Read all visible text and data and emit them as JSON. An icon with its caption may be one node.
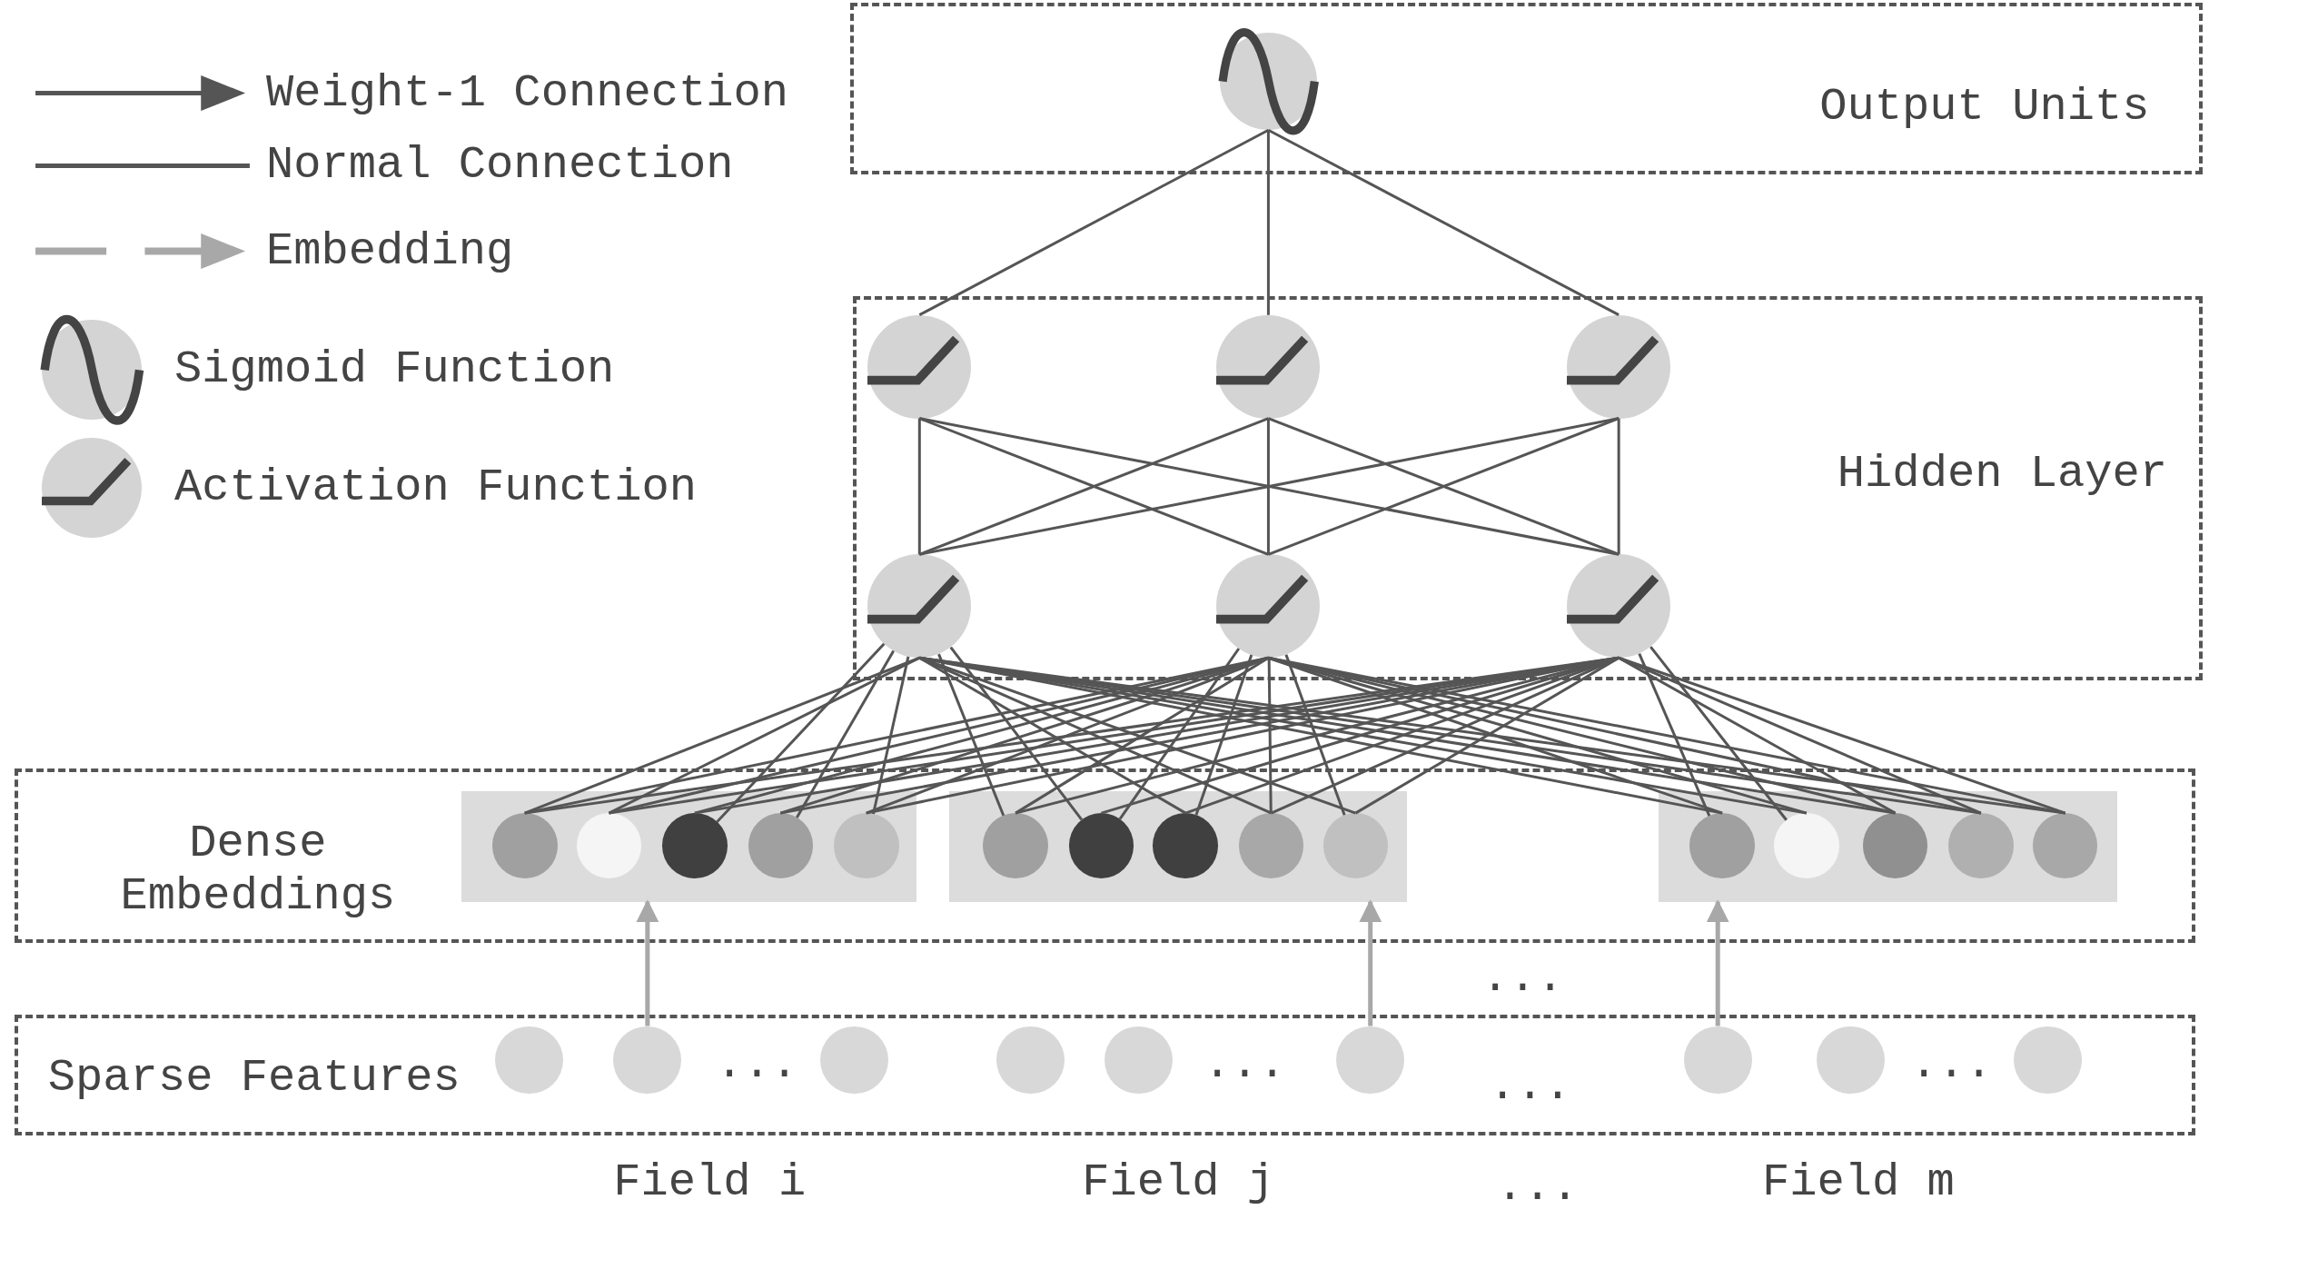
{
  "diagram": {
    "nodes": [
      {
        "text": [
          "Output Units"
        ]
      },
      {
        "text": [],
        "shape": "circle",
        "in": 0
      },
      {
        "text": [
          "Hidden Layer"
        ]
      },
      {
        "text": [],
        "shape": "circle",
        "in": 2
      },
      {
        "text": [],
        "shape": "circle",
        "in": 2
      },
      {
        "text": [],
        "shape": "circle",
        "in": 2
      },
      {
        "text": [],
        "shape": "circle",
        "in": 2
      },
      {
        "text": [],
        "shape": "circle",
        "in": 2
      },
      {
        "text": [],
        "shape": "circle",
        "in": 2
      },
      {
        "text": [
          "Dense Embeddings"
        ]
      },
      {
        "text": [],
        "shape": "box",
        "in": 9
      },
      {
        "text": [],
        "shape": "circle",
        "in": 10
      },
      {
        "text": [],
        "shape": "circle",
        "in": 10
      },
      {
        "text": [],
        "shape": "circle",
        "in": 10
      },
      {
        "text": [],
        "shape": "circle",
        "in": 10
      },
      {
        "text": [],
        "shape": "circle",
        "in": 10
      },
      {
        "text": [],
        "shape": "box",
        "in": 9
      },
      {
        "text": [],
        "shape": "circle",
        "in": 16
      },
      {
        "text": [],
        "shape": "circle",
        "in": 16
      },
      {
        "text": [],
        "shape": "circle",
        "in": 16
      },
      {
        "text": [],
        "shape": "circle",
        "in": 16
      },
      {
        "text": [],
        "shape": "circle",
        "in": 16
      },
      {
        "text": [],
        "shape": "box",
        "in": 9
      },
      {
        "text": [],
        "shape": "circle",
        "in": 22
      },
      {
        "text": [],
        "shape": "circle",
        "in": 22
      },
      {
        "text": [],
        "shape": "circle",
        "in": 22
      },
      {
        "text": [],
        "shape": "circle",
        "in": 22
      },
      {
        "text": [],
        "shape": "circle",
        "in": 22
      },
      {
        "text": [
          "Sparse Features"
        ]
      },
      {
        "text": [],
        "shape": "circle",
        "in": 28
      },
      {
        "text": [],
        "shape": "circle",
        "in": 28
      },
      {
        "text": [],
        "shape": "circle",
        "in": 28
      },
      {
        "text": [],
        "shape": "circle",
        "in": 28
      },
      {
        "text": [],
        "shape": "circle",
        "in": 28
      },
      {
        "text": [],
        "shape": "circle",
        "in": 28
      },
      {
        "text": [],
        "shape": "circle",
        "in": 28
      },
      {
        "text": [],
        "shape": "circle",
        "in": 28
      },
      {
        "text": [],
        "shape": "circle",
        "in": 28
      }
    ],
    "edges": [
      {
        "from": 1,
        "to": 3,
        "arrow": "none"
      },
      {
        "from": 1,
        "to": 4,
        "arrow": "none"
      },
      {
        "from": 1,
        "to": 5,
        "arrow": "none"
      },
      {
        "from": 3,
        "to": 6,
        "arrow": "none"
      },
      {
        "from": 3,
        "to": 7,
        "arrow": "none"
      },
      {
        "from": 3,
        "to": 8,
        "arrow": "none"
      },
      {
        "from": 4,
        "to": 6,
        "arrow": "none"
      },
      {
        "from": 4,
        "to": 7,
        "arrow": "none"
      },
      {
        "from": 4,
        "to": 8,
        "arrow": "none"
      },
      {
        "from": 5,
        "to": 6,
        "arrow": "none"
      },
      {
        "from": 5,
        "to": 7,
        "arrow": "none"
      },
      {
        "from": 5,
        "to": 8,
        "arrow": "none"
      },
      {
        "from": 6,
        "to": 11,
        "arrow": "none"
      },
      {
        "from": 6,
        "to": 12,
        "arrow": "none"
      },
      {
        "from": 6,
        "to": 13,
        "arrow": "none"
      },
      {
        "from": 6,
        "to": 14,
        "arrow": "none"
      },
      {
        "from": 6,
        "to": 15,
        "arrow": "none"
      },
      {
        "from": 6,
        "to": 17,
        "arrow": "none"
      },
      {
        "from": 6,
        "to": 18,
        "arrow": "none"
      },
      {
        "from": 6,
        "to": 19,
        "arrow": "none"
      },
      {
        "from": 6,
        "to": 20,
        "arrow": "none"
      },
      {
        "from": 6,
        "to": 21,
        "arrow": "none"
      },
      {
        "from": 6,
        "to": 23,
        "arrow": "none"
      },
      {
        "from": 6,
        "to": 24,
        "arrow": "none"
      },
      {
        "from": 6,
        "to": 25,
        "arrow": "none"
      },
      {
        "from": 6,
        "to": 26,
        "arrow": "none"
      },
      {
        "from": 6,
        "to": 27,
        "arrow": "none"
      },
      {
        "from": 7,
        "to": 11,
        "arrow": "none"
      },
      {
        "from": 7,
        "to": 12,
        "arrow": "none"
      },
      {
        "from": 7,
        "to": 13,
        "arrow": "none"
      },
      {
        "from": 7,
        "to": 14,
        "arrow": "none"
      },
      {
        "from": 7,
        "to": 15,
        "arrow": "none"
      },
      {
        "from": 7,
        "to": 17,
        "arrow": "none"
      },
      {
        "from": 7,
        "to": 18,
        "arrow": "none"
      },
      {
        "from": 7,
        "to": 19,
        "arrow": "none"
      },
      {
        "from": 7,
        "to": 20,
        "arrow": "none"
      },
      {
        "from": 7,
        "to": 21,
        "arrow": "none"
      },
      {
        "from": 7,
        "to": 23,
        "arrow": "none"
      },
      {
        "from": 7,
        "to": 24,
        "arrow": "none"
      },
      {
        "from": 7,
        "to": 25,
        "arrow": "none"
      },
      {
        "from": 7,
        "to": 26,
        "arrow": "none"
      },
      {
        "from": 7,
        "to": 27,
        "arrow": "none"
      },
      {
        "from": 8,
        "to": 11,
        "arrow": "none"
      },
      {
        "from": 8,
        "to": 12,
        "arrow": "none"
      },
      {
        "from": 8,
        "to": 13,
        "arrow": "none"
      },
      {
        "from": 8,
        "to": 14,
        "arrow": "none"
      },
      {
        "from": 8,
        "to": 15,
        "arrow": "none"
      },
      {
        "from": 8,
        "to": 17,
        "arrow": "none"
      },
      {
        "from": 8,
        "to": 18,
        "arrow": "none"
      },
      {
        "from": 8,
        "to": 19,
        "arrow": "none"
      },
      {
        "from": 8,
        "to": 20,
        "arrow": "none"
      },
      {
        "from": 8,
        "to": 21,
        "arrow": "none"
      },
      {
        "from": 8,
        "to": 23,
        "arrow": "none"
      },
      {
        "from": 8,
        "to": 24,
        "arrow": "none"
      },
      {
        "from": 8,
        "to": 25,
        "arrow": "none"
      },
      {
        "from": 8,
        "to": 26,
        "arrow": "none"
      },
      {
        "from": 8,
        "to": 27,
        "arrow": "none"
      },
      {
        "from": 30,
        "to": 10,
        "arrow": "to",
        "color": "#a8a8a8"
      },
      {
        "from": 34,
        "to": 16,
        "arrow": "to",
        "color": "#a8a8a8"
      },
      {
        "from": 35,
        "to": 22,
        "arrow": "to",
        "color": "#a8a8a8"
      }
    ],
    "labels": [
      "...",
      "...",
      "...",
      "...",
      "...",
      "Field i",
      "Field j",
      "...",
      "Field m"
    ],
    "legend": [
      {
        "text": "Weight-1 Connection"
      },
      {
        "text": "Normal Connection"
      },
      {
        "text": "Embedding"
      },
      {
        "text": "Sigmoid Function"
      },
      {
        "text": "Activation Function"
      }
    ]
  }
}
